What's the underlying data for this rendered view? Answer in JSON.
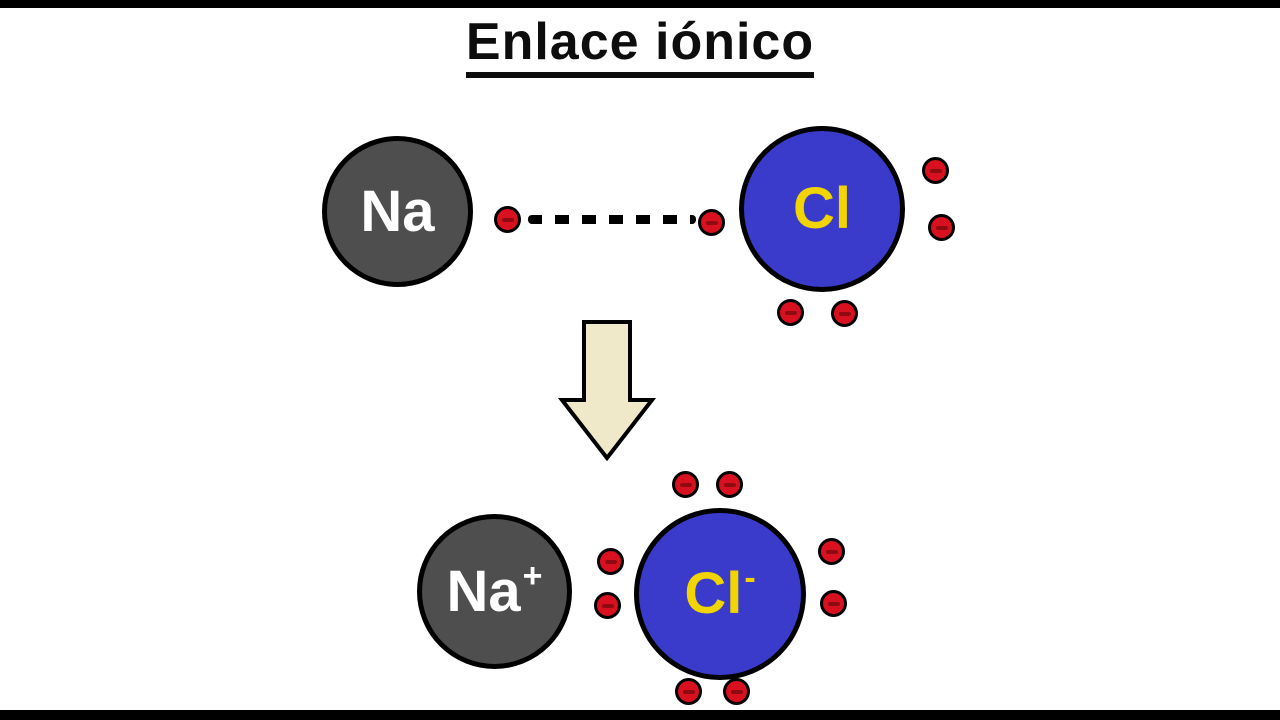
{
  "title": "Enlace iónico",
  "diagram": {
    "before": {
      "sodium": {
        "symbol": "Na"
      },
      "chlorine": {
        "symbol": "Cl"
      },
      "bond_style": "dashed-line-between-shared-electrons"
    },
    "transition": {
      "icon": "down-arrow"
    },
    "after": {
      "sodium": {
        "symbol": "Na",
        "charge": "+"
      },
      "chlorine": {
        "symbol": "Cl",
        "charge": "-"
      }
    },
    "electron_counts": {
      "before_near_sodium": 1,
      "before_near_chlorine": 1,
      "before_around_chlorine": 4,
      "after_around_chloride": 8
    }
  },
  "colors": {
    "background": "#ffffff",
    "letterbox_bar": "#000000",
    "sodium_fill": "#4e4e4e",
    "chlorine_fill": "#3a3acb",
    "electron_fill": "#d8101f",
    "electron_minus": "#8f0b12",
    "outline": "#000000",
    "arrow_fill": "#f0e9c9",
    "sodium_label": "#ffffff",
    "chlorine_label": "#f2d500",
    "title_color": "#0d0d0d"
  }
}
